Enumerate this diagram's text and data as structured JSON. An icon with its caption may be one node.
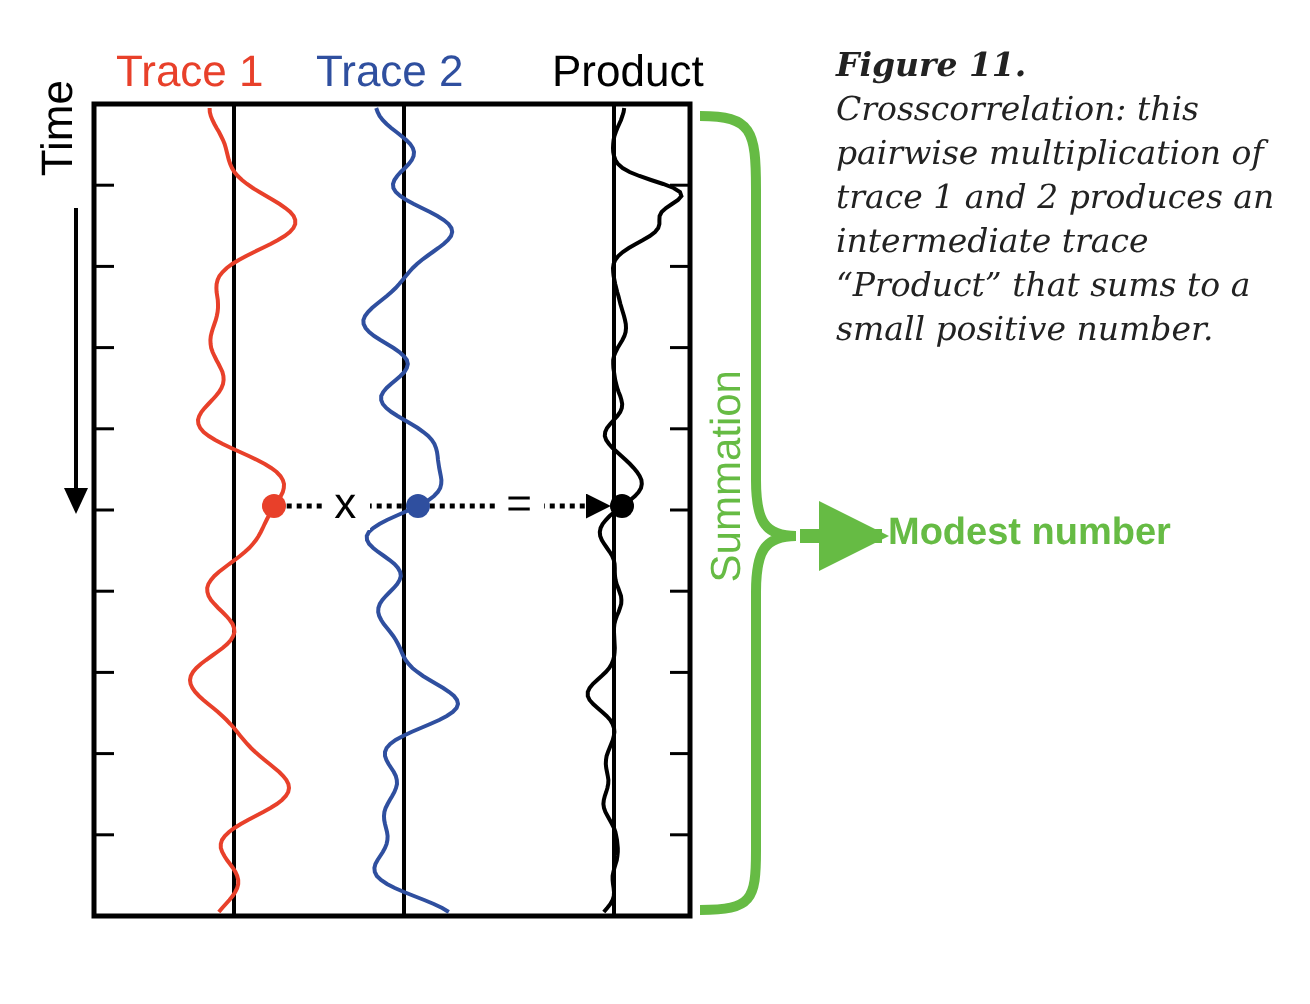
{
  "diagram": {
    "caption": "**Figure 11.** Crosscorrelation: this pairwise multiplication of trace 1 and 2 produces an intermediate trace “Product” that sums to a small positive number.",
    "nodes": [
      {
        "text": [],
        "shape": "circle"
      },
      {
        "text": [],
        "shape": "circle"
      },
      {
        "text": [],
        "shape": "circle"
      },
      {
        "text": [
          "Summation"
        ]
      },
      {
        "text": [
          "Modest number"
        ]
      }
    ],
    "edges": [
      {
        "from": 0,
        "to": 1,
        "arrow": "none",
        "label": "x",
        "style": "dashed"
      },
      {
        "from": 1,
        "to": 2,
        "arrow": "to",
        "label": "=",
        "style": "dashed"
      },
      {
        "from": 3,
        "to": 4,
        "arrow": "to",
        "style": "thick",
        "color": "#66bb44"
      }
    ],
    "labels": [
      "Trace 1",
      "Trace 2",
      "Product",
      "Time"
    ]
  }
}
